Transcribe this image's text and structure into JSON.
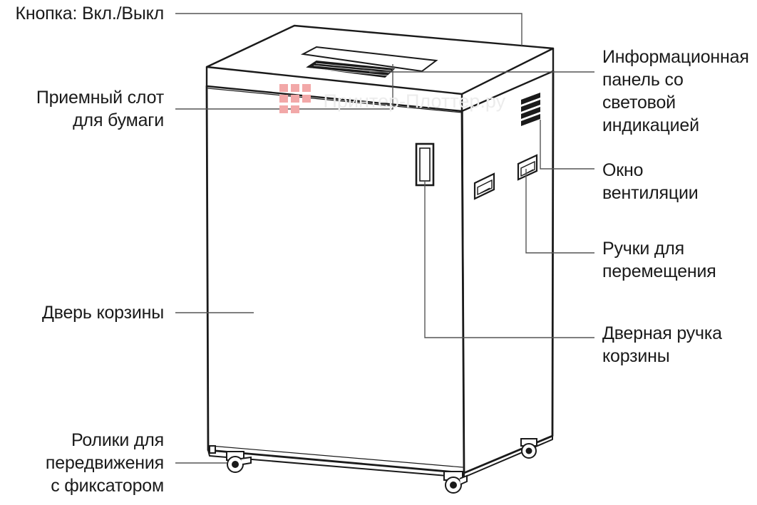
{
  "watermark": {
    "text": "Принтер-Плоттер.ру"
  },
  "labels": {
    "power_button": "Кнопка: Вкл./Выкл",
    "paper_slot": "Приемный слот\nдля бумаги",
    "bin_door": "Дверь корзины",
    "casters": "Ролики для\nпередвижения\nс фиксатором",
    "info_panel": "Информационная\nпанель со\nсветовой\nиндикацией",
    "vent_window": "Окно\nвентиляции",
    "carry_handles": "Ручки для\nперемещения",
    "door_handle": "Дверная ручка\nкорзины"
  }
}
